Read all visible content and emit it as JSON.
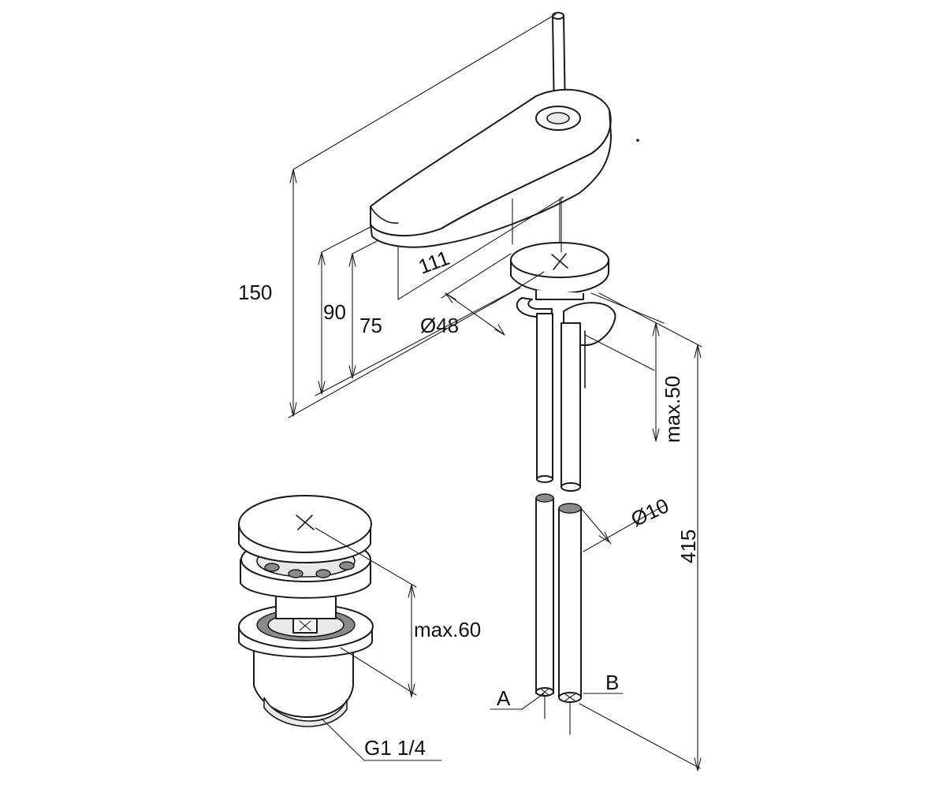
{
  "dimensions": {
    "height_total": "150",
    "height_90": "90",
    "height_75": "75",
    "reach": "111",
    "base_diameter": "Ø48",
    "max_lever": "max.50",
    "hose_length": "415",
    "hose_diameter": "Ø10",
    "waste_max": "max.60",
    "thread": "G1 1/4"
  },
  "connections": {
    "a_label": "A",
    "b_label": "B"
  }
}
